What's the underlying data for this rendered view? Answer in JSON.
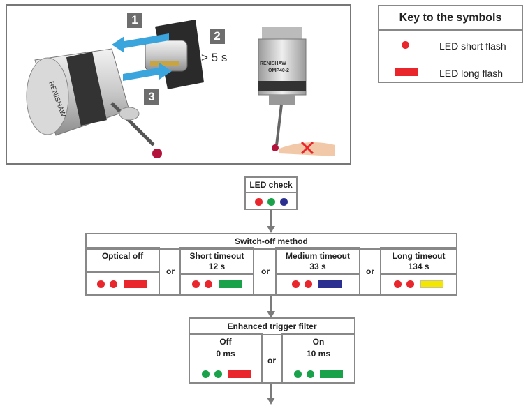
{
  "illustration": {
    "steps": [
      "1",
      "2",
      "3"
    ],
    "time_label": "> 5 s",
    "probe_brand": "RENISHAW",
    "probe_model": "OMP40-2"
  },
  "key": {
    "title": "Key to the symbols",
    "items": [
      {
        "symbol": "red-dot-icon",
        "label": "LED short flash"
      },
      {
        "symbol": "red-bar-icon",
        "label": "LED long flash"
      }
    ]
  },
  "led_check": {
    "title": "LED check",
    "dots": [
      "#e8262b",
      "#1aa24a",
      "#2b2f8f"
    ]
  },
  "switch_off": {
    "title": "Switch-off method",
    "or_label": "or",
    "options": [
      {
        "name": "Optical off",
        "value": "",
        "bar_color": "#e8262b"
      },
      {
        "name": "Short timeout",
        "value": "12 s",
        "bar_color": "#1aa24a"
      },
      {
        "name": "Medium timeout",
        "value": "33 s",
        "bar_color": "#2b2f8f"
      },
      {
        "name": "Long timeout",
        "value": "134 s",
        "bar_color": "#f3e700"
      }
    ]
  },
  "trigger_filter": {
    "title": "Enhanced trigger filter",
    "or_label": "or",
    "options": [
      {
        "name": "Off",
        "value": "0 ms",
        "bar_color": "#e8262b"
      },
      {
        "name": "On",
        "value": "10 ms",
        "bar_color": "#1aa24a"
      }
    ]
  },
  "colors": {
    "red": "#e8262b",
    "green": "#1aa24a",
    "blue": "#2b2f8f",
    "yellow": "#f3e700",
    "border": "#888888"
  }
}
